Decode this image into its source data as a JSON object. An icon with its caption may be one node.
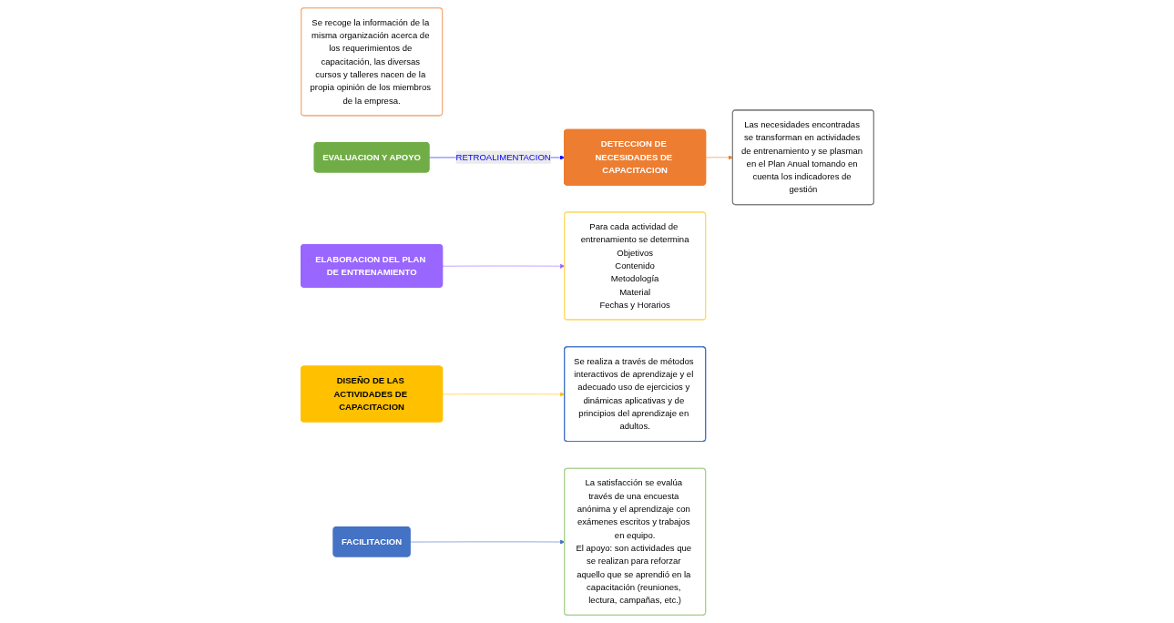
{
  "diagram": {
    "nodes": [
      {
        "text": [
          "Se recoge la información de la misma organización acerca de los requerimientos de capacitación, las diversas cursos y talleres nacen de la propia opinión de los miembros de la empresa."
        ]
      },
      {
        "text": [
          "DETECCION DE NECESIDADES DE CAPACITACION"
        ]
      },
      {
        "text": [
          "ELABORACION DEL PLAN DE ENTRENAMIENTO"
        ]
      },
      {
        "text": [
          "Las necesidades encontradas se transforman en actividades de entrenamiento y se plasman en el Plan Anual tomando en cuenta los indicadores de gestión"
        ]
      },
      {
        "text": [
          "Para cada actividad de entrenamiento se determina",
          "Objetivos",
          "Contenido",
          "Metodología",
          "Material",
          "Fechas y Horarios"
        ]
      },
      {
        "text": [
          "DISEÑO DE LAS ACTIVIDADES DE CAPACITACION"
        ]
      },
      {
        "text": [
          "FACILITACION"
        ]
      },
      {
        "text": [
          "Se realiza a través de métodos interactivos de aprendizaje y el adecuado uso de ejercicios y dinámicas aplicativas y de principios del aprendizaje en adultos."
        ]
      },
      {
        "text": [
          "La satisfacción se evalúa través de una encuesta anónima y el aprendizaje con exámenes escritos y trabajos en equipo.",
          "El apoyo: son actividades que se realizan para reforzar aquello que se aprendió en la capacitación (reuniones, lectura, campañas, etc.)"
        ]
      },
      {
        "text": [
          "EVALUACION Y APOYO"
        ]
      }
    ],
    "edges": [
      {
        "from": 1,
        "to": 3,
        "arrow": "to",
        "color": "#ed7d31"
      },
      {
        "from": 2,
        "to": 4,
        "arrow": "to",
        "color": "#9966ff"
      },
      {
        "from": 5,
        "to": 7,
        "arrow": "to",
        "color": "#ffc000"
      },
      {
        "from": 6,
        "to": 8,
        "arrow": "to",
        "color": "#4472c4"
      },
      {
        "from": 9,
        "to": 1,
        "arrow": "to",
        "label": "RETROALIMENTACION",
        "color": "#0000ff"
      }
    ]
  }
}
